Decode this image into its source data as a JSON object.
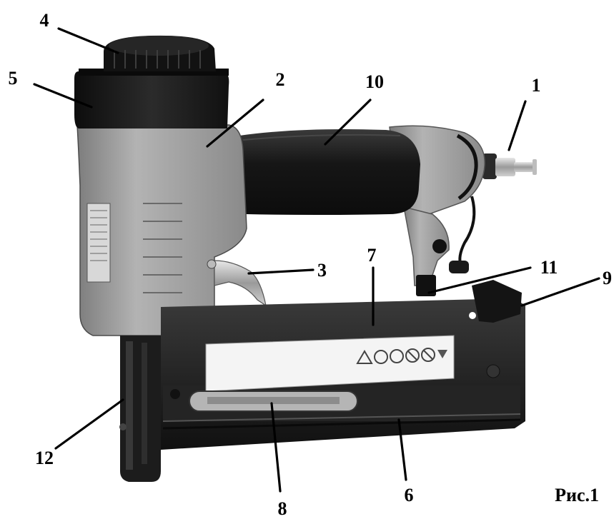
{
  "callouts": [
    {
      "id": "c1",
      "label": "1"
    },
    {
      "id": "c2",
      "label": "2"
    },
    {
      "id": "c3",
      "label": "3"
    },
    {
      "id": "c4",
      "label": "4"
    },
    {
      "id": "c5",
      "label": "5"
    },
    {
      "id": "c6",
      "label": "6"
    },
    {
      "id": "c7",
      "label": "7"
    },
    {
      "id": "c8",
      "label": "8"
    },
    {
      "id": "c9",
      "label": "9"
    },
    {
      "id": "c10",
      "label": "10"
    },
    {
      "id": "c11",
      "label": "11"
    },
    {
      "id": "c12",
      "label": "12"
    }
  ],
  "caption": "Рис.1",
  "colors": {
    "body_gray": "#9a9a9a",
    "dark_gray": "#6f6f6f",
    "black": "#151515",
    "grip": "#1e1e1e",
    "label_white": "#f4f4f4",
    "silver": "#c9c9c9"
  }
}
